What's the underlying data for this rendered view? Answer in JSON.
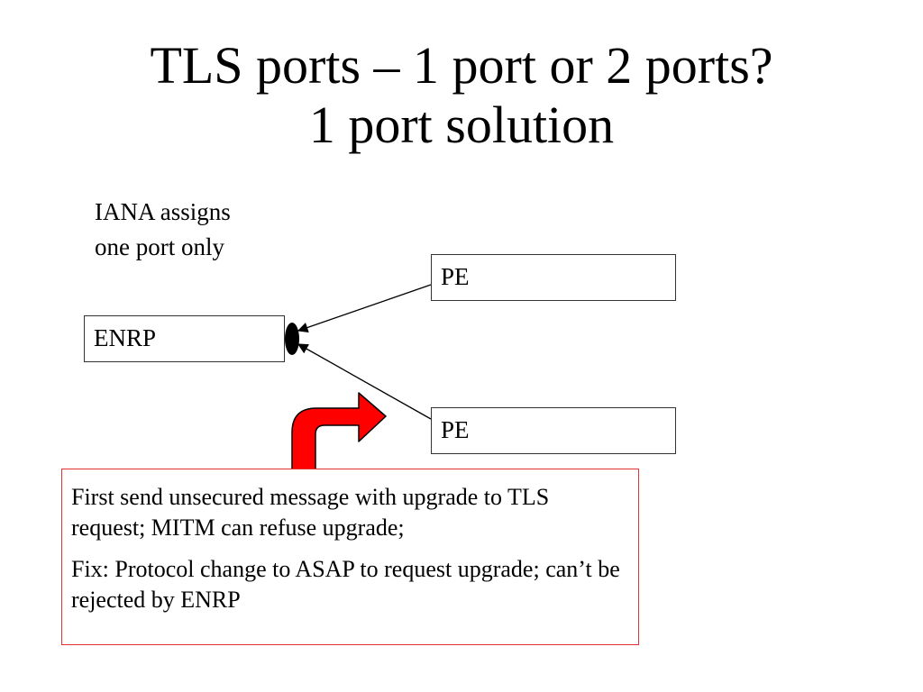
{
  "slide": {
    "title_line1": "TLS ports – 1 port or 2 ports?",
    "title_line2": "1 port solution"
  },
  "note": {
    "line1": "IANA assigns",
    "line2": "one port only"
  },
  "nodes": {
    "enrp": "ENRP",
    "pe_top": "PE",
    "pe_bottom": "PE"
  },
  "callout": {
    "paragraph1": "First send unsecured message with upgrade to TLS request; MITM can refuse upgrade;",
    "paragraph2": "Fix: Protocol change to ASAP to request upgrade; can’t be rejected by ENRP"
  },
  "colors": {
    "upgrade_arrow": "#ff0000",
    "callout_border": "#e03030",
    "port_marker": "#000000"
  }
}
